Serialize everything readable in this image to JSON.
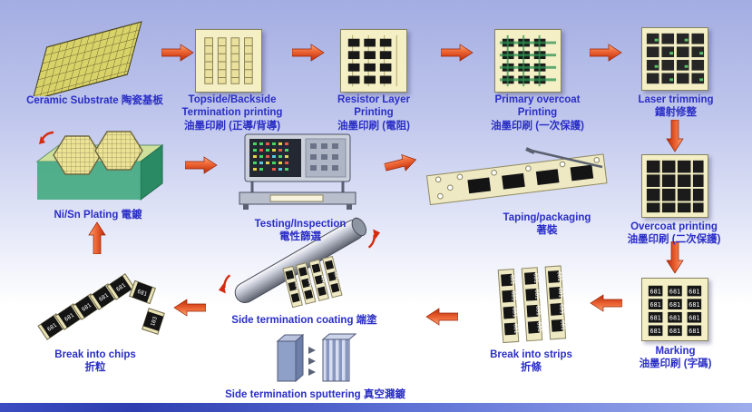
{
  "labels": {
    "ceramic": "Ceramic Substrate 陶瓷基板",
    "termination": {
      "l1": "Topside/Backside",
      "l2": "Termination printing",
      "l3": "油墨印刷 (正導/背導)"
    },
    "resistor": {
      "l1": "Resistor Layer",
      "l2": "Printing",
      "l3": "油墨印刷 (電阻)"
    },
    "primary": {
      "l1": "Primary overcoat",
      "l2": "Printing",
      "l3": "油墨印刷 (一次保護)"
    },
    "laser": {
      "l1": "Laser trimming",
      "l2": "鐳射修整"
    },
    "overcoat": {
      "l1": "Overcoat printing",
      "l2": "油墨印刷 (二次保護)"
    },
    "marking": {
      "l1": "Marking",
      "l2": "油墨印刷 (字碼)"
    },
    "strips": {
      "l1": "Break into strips",
      "l2": "折條"
    },
    "coating": "Side termination coating 端塗",
    "sputtering": "Side termination sputtering 真空濺鍍",
    "chips": {
      "l1": "Break into chips",
      "l2": "折粒"
    },
    "plating": "Ni/Sn Plating 電鍍",
    "testing": {
      "l1": "Testing/Inspection",
      "l2": "電性篩選"
    },
    "taping": {
      "l1": "Taping/packaging",
      "l2": "著裝"
    }
  },
  "codes": {
    "marking": "681",
    "strip": "681",
    "chip": "681",
    "chip_alt": "103"
  },
  "colors": {
    "label_text": "#2a2ec6",
    "arrow_dark": "#bf2a06",
    "arrow_light": "#f9a87e",
    "square_bg": "#f4efc4",
    "substrate": "#d9d268",
    "accent_bar": "#3a4cc0"
  }
}
